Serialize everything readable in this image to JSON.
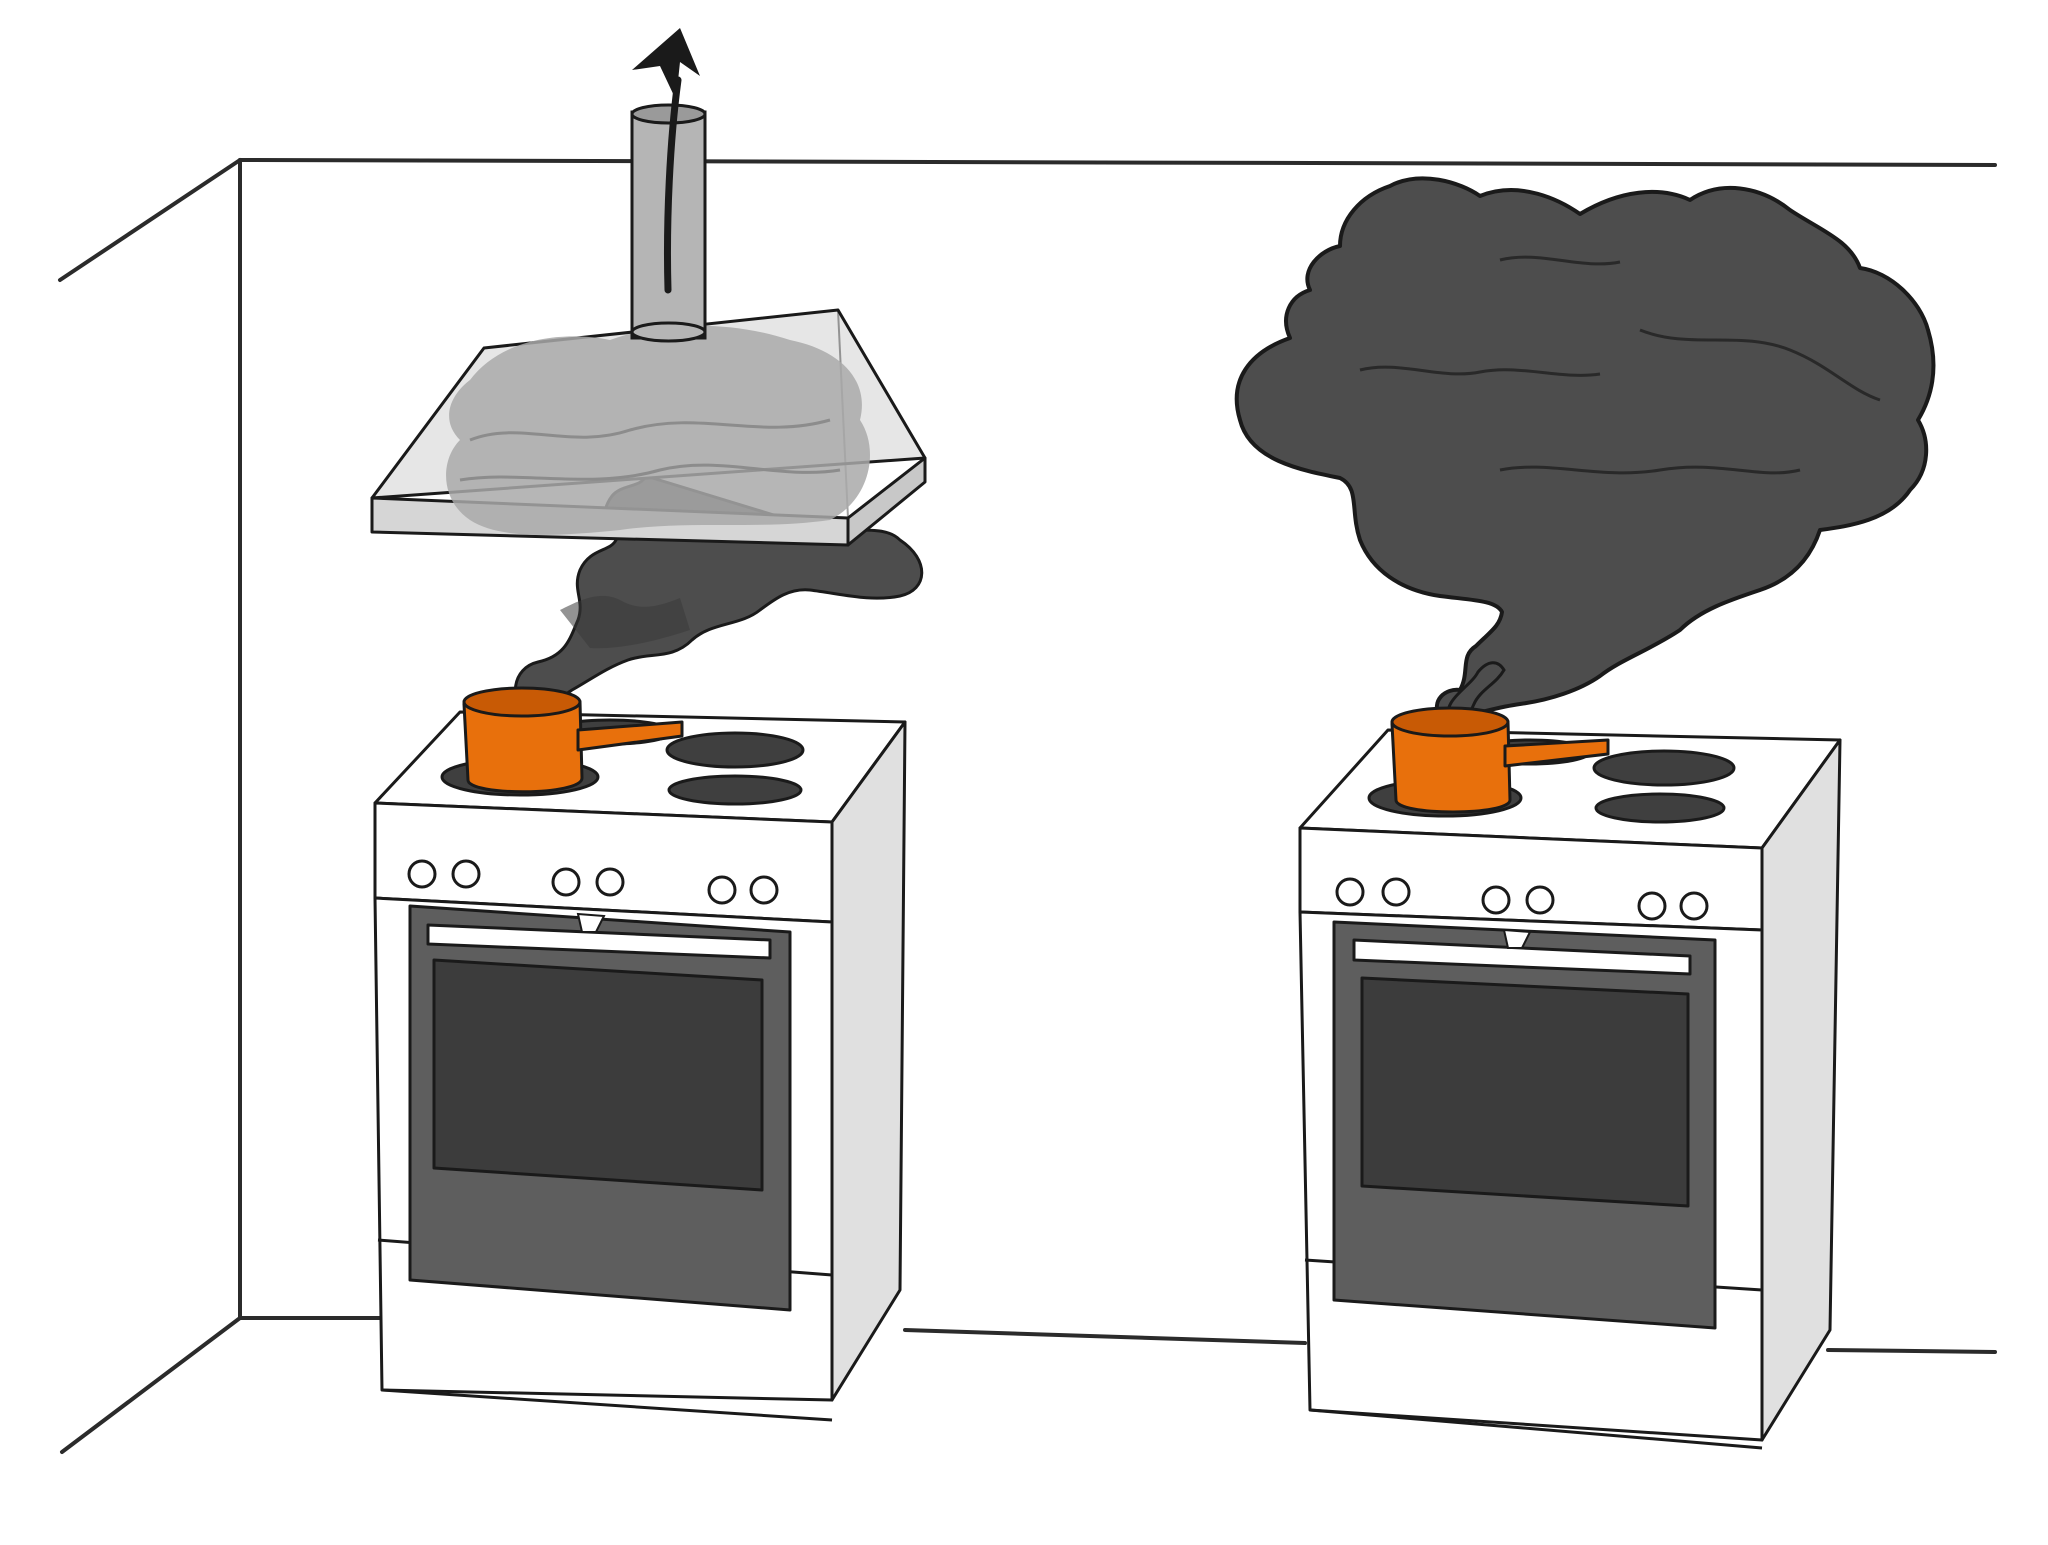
{
  "scene": {
    "left_panel": {
      "has_range_hood": true,
      "smoke_state": "extracted-through-hood",
      "exhaust_direction": "up"
    },
    "right_panel": {
      "has_range_hood": false,
      "smoke_state": "spreading-into-room"
    }
  },
  "colors": {
    "background": "#ffffff",
    "outline": "#1a1a1a",
    "wall_line": "#2b2b2b",
    "smoke": "#4d4d4d",
    "smoke_shadow": "#3a3a3a",
    "filtered_smoke": "#a9a9a9",
    "hood_fill": "#e6e6e6",
    "duct_fill": "#b5b5b5",
    "stove_body": "#ffffff",
    "stove_shade": "#e0e0e0",
    "oven_door": "#5e5e5e",
    "oven_window": "#3c3c3c",
    "burner": "#3f3f3f",
    "pot": "#e8700c",
    "pot_dark": "#c85a05",
    "arrow": "#1a1a1a"
  },
  "icons": [
    "exhaust-arrow-icon"
  ]
}
